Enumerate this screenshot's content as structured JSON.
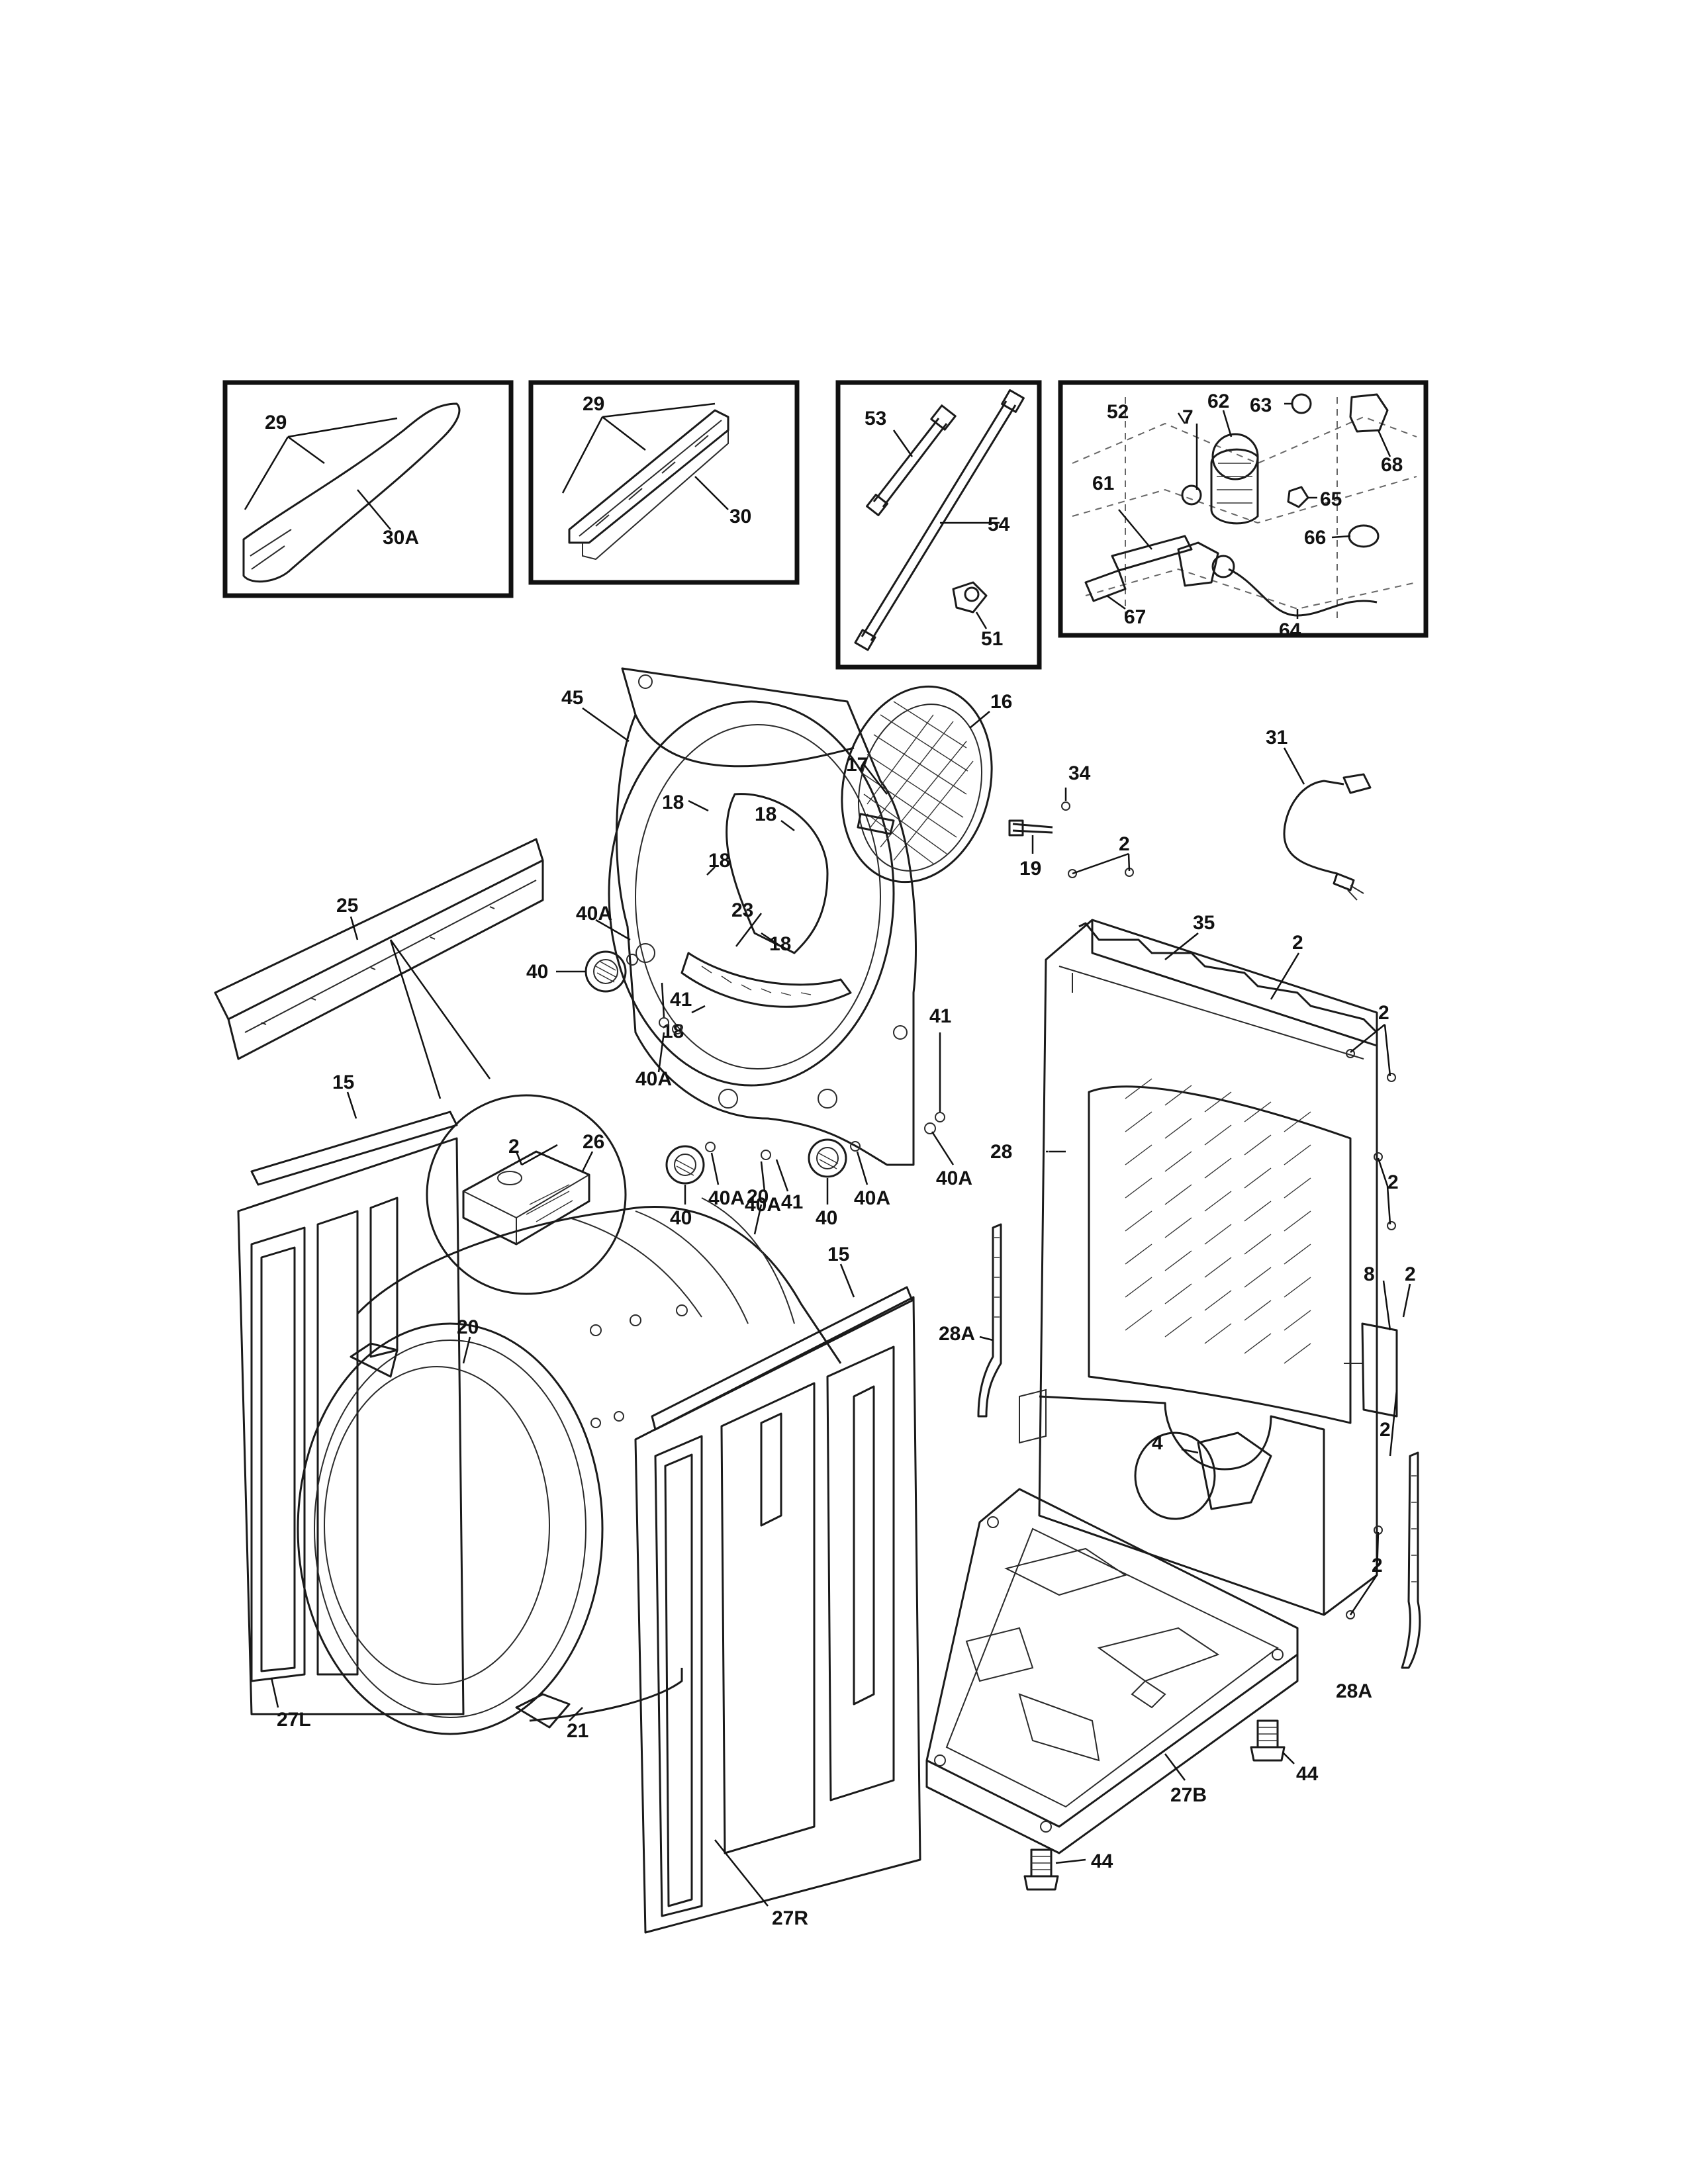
{
  "inset_panels": [
    {
      "name": "inset-panel-30a",
      "callouts": [
        "29",
        "30A"
      ]
    },
    {
      "name": "inset-panel-30",
      "callouts": [
        "29",
        "30"
      ]
    },
    {
      "name": "inset-panel-hoses",
      "callouts": [
        "53",
        "54",
        "51"
      ]
    },
    {
      "name": "inset-panel-steam",
      "callouts": [
        "52",
        "7",
        "62",
        "63",
        "68",
        "61",
        "65",
        "66",
        "67",
        "64"
      ]
    }
  ],
  "callouts": {
    "c29a": "29",
    "c30a": "30A",
    "c29b": "29",
    "c30": "30",
    "c53": "53",
    "c54": "54",
    "c51": "51",
    "c52": "52",
    "c7": "7",
    "c62": "62",
    "c63": "63",
    "c68": "68",
    "c61": "61",
    "c65": "65",
    "c66": "66",
    "c67": "67",
    "c64": "64",
    "c45": "45",
    "c16": "16",
    "c17": "17",
    "c34": "34",
    "c19": "19",
    "c31": "31",
    "c18a": "18",
    "c18b": "18",
    "c18c": "18",
    "c18d": "18",
    "c18e": "18",
    "c23": "23",
    "c25": "25",
    "c40Aa": "40A",
    "c40a": "40",
    "c41a": "41",
    "c40Ab": "40A",
    "c41b": "41",
    "c40Ac": "40A",
    "c40b": "40",
    "c40Ad": "40A",
    "c40Ae": "40A",
    "c41c": "41",
    "c40c": "40",
    "c40Af": "40A",
    "c2a": "2",
    "c35": "35",
    "c2b": "2",
    "c2c": "2",
    "c2d": "2",
    "c28": "28",
    "c8": "8",
    "c2e": "2",
    "c2f": "2",
    "c28Aa": "28A",
    "c4": "4",
    "c2g": "2",
    "c28Ab": "28A",
    "c15a": "15",
    "c2h": "2",
    "c26": "26",
    "c20a": "20",
    "c15b": "15",
    "c20b": "20",
    "c27L": "27L",
    "c21": "21",
    "c27R": "27R",
    "c27B": "27B",
    "c44a": "44",
    "c44b": "44"
  }
}
